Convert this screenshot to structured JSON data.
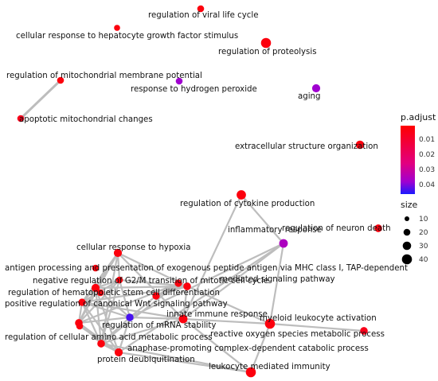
{
  "chart_data": {
    "type": "network",
    "legend_color": {
      "title": "p.adjust",
      "ticks": [
        "0.01",
        "0.02",
        "0.03",
        "0.04"
      ]
    },
    "legend_size": {
      "title": "size",
      "ticks": [
        "10",
        "20",
        "30",
        "40"
      ]
    },
    "nodes": [
      {
        "id": "n1",
        "label": "regulation of viral life cycle",
        "p_adjust": 0.002,
        "size": 12
      },
      {
        "id": "n2",
        "label": "cellular response to hepatocyte growth factor stimulus",
        "p_adjust": 0.002,
        "size": 8
      },
      {
        "id": "n3",
        "label": "regulation of proteolysis",
        "p_adjust": 0.002,
        "size": 36
      },
      {
        "id": "n4",
        "label": "regulation of mitochondrial membrane potential",
        "p_adjust": 0.002,
        "size": 12
      },
      {
        "id": "n5",
        "label": "response to hydrogen peroxide",
        "p_adjust": 0.035,
        "size": 12
      },
      {
        "id": "n6",
        "label": "aging",
        "p_adjust": 0.035,
        "size": 20
      },
      {
        "id": "n7",
        "label": "apoptotic mitochondrial changes",
        "p_adjust": 0.004,
        "size": 12
      },
      {
        "id": "n8",
        "label": "extracellular structure organization",
        "p_adjust": 0.002,
        "size": 22
      },
      {
        "id": "n9",
        "label": "regulation of cytokine production",
        "p_adjust": 0.002,
        "size": 30
      },
      {
        "id": "n10",
        "label": "regulation of neuron death",
        "p_adjust": 0.002,
        "size": 17
      },
      {
        "id": "n11",
        "label": "inflammatory response",
        "p_adjust": 0.032,
        "size": 24
      },
      {
        "id": "n12",
        "label": "cellular response to hypoxia",
        "p_adjust": 0.002,
        "size": 20
      },
      {
        "id": "n13",
        "label": "antigen processing and presentation of exogenous peptide antigen via MHC class I, TAP-dependent",
        "p_adjust": 0.002,
        "size": 12
      },
      {
        "id": "n14",
        "label": "negative regulation of G2/M transition of mitotic cell cycle",
        "p_adjust": 0.002,
        "size": 12
      },
      {
        "id": "n15",
        "label": "mediated signaling pathway",
        "p_adjust": 0.002,
        "size": 17
      },
      {
        "id": "n16",
        "label": "regulation of hematopoietic stem cell differentiation",
        "p_adjust": 0.002,
        "size": 20
      },
      {
        "id": "n17",
        "label": "positive regulation of canonical Wnt signaling pathway",
        "p_adjust": 0.002,
        "size": 15
      },
      {
        "id": "n18",
        "label": "regulation of mRNA stability",
        "p_adjust": 0.045,
        "size": 16
      },
      {
        "id": "n19",
        "label": "innate immune response",
        "p_adjust": 0.002,
        "size": 24
      },
      {
        "id": "n20",
        "label": "myeloid leukocyte activation",
        "p_adjust": 0.002,
        "size": 36
      },
      {
        "id": "n21",
        "label": "reactive oxygen species metabolic process",
        "p_adjust": 0.004,
        "size": 17
      },
      {
        "id": "n22",
        "label": "regulation of cellular amino acid metabolic process",
        "p_adjust": 0.002,
        "size": 17
      },
      {
        "id": "n23",
        "label": "anaphase-promoting complex-dependent catabolic process",
        "p_adjust": 0.002,
        "size": 17
      },
      {
        "id": "n24",
        "label": "protein deubiquitination",
        "p_adjust": 0.002,
        "size": 20
      },
      {
        "id": "n25",
        "label": "leukocyte mediated immunity",
        "p_adjust": 0.002,
        "size": 36
      },
      {
        "id": "n26",
        "label": "",
        "p_adjust": 0.002,
        "size": 15
      },
      {
        "id": "n27",
        "label": "",
        "p_adjust": 0.002,
        "size": 15
      },
      {
        "id": "n28",
        "label": "",
        "p_adjust": 0.002,
        "size": 12
      },
      {
        "id": "n29",
        "label": "",
        "p_adjust": 0.002,
        "size": 12
      }
    ],
    "edges": [
      [
        "n4",
        "n7"
      ],
      [
        "n9",
        "n11"
      ],
      [
        "n9",
        "n19"
      ],
      [
        "n11",
        "n20"
      ],
      [
        "n11",
        "n19"
      ],
      [
        "n11",
        "n24"
      ],
      [
        "n11",
        "n18"
      ],
      [
        "n12",
        "n14"
      ],
      [
        "n12",
        "n16"
      ],
      [
        "n12",
        "n17"
      ],
      [
        "n12",
        "n22"
      ],
      [
        "n12",
        "n23"
      ],
      [
        "n12",
        "n15"
      ],
      [
        "n12",
        "n19"
      ],
      [
        "n14",
        "n16"
      ],
      [
        "n14",
        "n17"
      ],
      [
        "n14",
        "n18"
      ],
      [
        "n14",
        "n22"
      ],
      [
        "n14",
        "n23"
      ],
      [
        "n14",
        "n15"
      ],
      [
        "n16",
        "n17"
      ],
      [
        "n16",
        "n22"
      ],
      [
        "n16",
        "n23"
      ],
      [
        "n16",
        "n18"
      ],
      [
        "n16",
        "n24"
      ],
      [
        "n17",
        "n22"
      ],
      [
        "n17",
        "n23"
      ],
      [
        "n17",
        "n18"
      ],
      [
        "n17",
        "n24"
      ],
      [
        "n17",
        "n19"
      ],
      [
        "n18",
        "n22"
      ],
      [
        "n18",
        "n23"
      ],
      [
        "n18",
        "n24"
      ],
      [
        "n18",
        "n19"
      ],
      [
        "n22",
        "n23"
      ],
      [
        "n22",
        "n24"
      ],
      [
        "n23",
        "n24"
      ],
      [
        "n19",
        "n20"
      ],
      [
        "n19",
        "n25"
      ],
      [
        "n19",
        "n15"
      ],
      [
        "n19",
        "n23"
      ],
      [
        "n20",
        "n25"
      ],
      [
        "n20",
        "n15"
      ],
      [
        "n20",
        "n21"
      ],
      [
        "n15",
        "n16"
      ],
      [
        "n15",
        "n17"
      ],
      [
        "n15",
        "n26"
      ],
      [
        "n15",
        "n27"
      ],
      [
        "n26",
        "n22"
      ],
      [
        "n26",
        "n27"
      ],
      [
        "n26",
        "n23"
      ],
      [
        "n27",
        "n18"
      ],
      [
        "n28",
        "n22"
      ],
      [
        "n28",
        "n24"
      ],
      [
        "n29",
        "n16"
      ],
      [
        "n29",
        "n17"
      ],
      [
        "n25",
        "n23"
      ],
      [
        "n25",
        "n24"
      ]
    ]
  }
}
